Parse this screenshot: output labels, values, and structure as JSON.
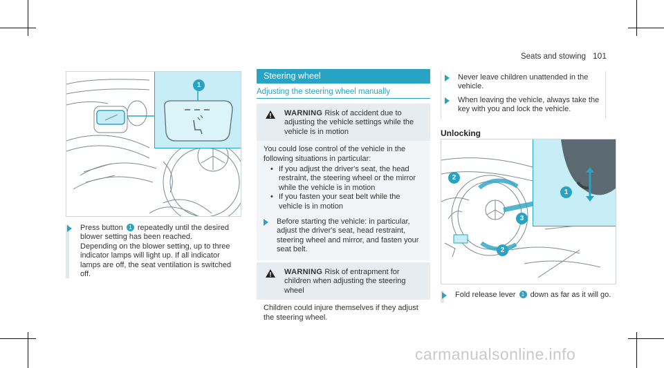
{
  "header": {
    "section": "Seats and stowing",
    "page_number": "101"
  },
  "left": {
    "figure": {
      "callout": "1"
    },
    "step": {
      "prefix": "Press button",
      "button_num": "1",
      "suffix": "repeatedly until the desired blower setting has been reached.",
      "line2": "Depending on the blower setting, up to three indicator lamps will light up. If all indicator lamps are off, the seat ventilation is switched off."
    }
  },
  "middle": {
    "section_title": "Steering wheel",
    "subtitle": "Adjusting the steering wheel manually",
    "warning1": {
      "label": "WARNING",
      "heading": "Risk of accident due to adjusting the vehicle settings while the vehicle is in motion",
      "intro": "You could lose control of the vehicle in the following situations in particular:",
      "items": [
        "If you adjust the driver's seat, the head restraint, the steering wheel or the mirror while the vehicle is in motion",
        "If you fasten your seat belt while the vehicle is in motion"
      ],
      "step": "Before starting the vehicle: in particular, adjust the driver's seat, head restraint, steering wheel and mirror, and fasten your seat belt."
    },
    "warning2": {
      "label": "WARNING",
      "heading": "Risk of entrapment for children when adjusting the steering wheel",
      "body": "Children could injure themselves if they adjust the steering wheel."
    }
  },
  "right": {
    "bullets": [
      "Never leave children unattended in the vehicle.",
      "When leaving the vehicle, always take the key with you and lock the vehicle."
    ],
    "section_title": "Unlocking",
    "figure": {
      "callouts": [
        "1",
        "2",
        "3",
        "2"
      ]
    },
    "step": {
      "prefix": "Fold release lever",
      "lever_num": "1",
      "suffix": "down as far as it will go."
    }
  },
  "watermark": "carmanualsonline.info",
  "colors": {
    "accent": "#29a3c3",
    "callout_bg": "#c7eef6",
    "warning_bg": "#e6ecef"
  }
}
